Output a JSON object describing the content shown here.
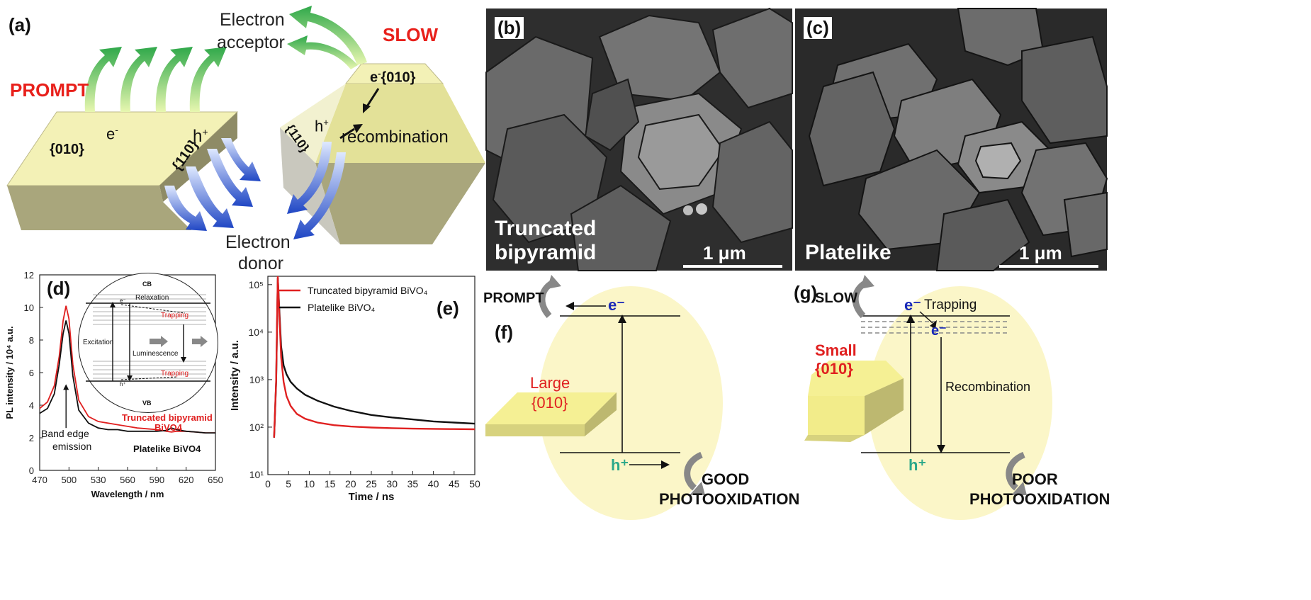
{
  "panel_a": {
    "letter": "(a)",
    "electron_acceptor": [
      "Electron",
      "acceptor"
    ],
    "electron_donor": [
      "Electron",
      "donor"
    ],
    "prompt": "PROMPT",
    "slow": "SLOW",
    "left_crystal": {
      "face_010": "{010}",
      "face_110": "{110}",
      "electron": "e",
      "electron_sup": "-",
      "hole": "h",
      "hole_sup": "+"
    },
    "right_crystal": {
      "face_010": "{010}",
      "face_110": "{110}",
      "electron": "e",
      "electron_sup": "-",
      "hole": "h",
      "hole_sup": "+",
      "recombination": "recombination"
    }
  },
  "panel_b": {
    "letter": "(b)",
    "caption": [
      "Truncated",
      "bipyramid"
    ],
    "scale": "1 μm"
  },
  "panel_c": {
    "letter": "(c)",
    "caption": [
      "Platelike"
    ],
    "scale": "1 μm"
  },
  "panel_d": {
    "letter": "(d)",
    "inset": {
      "cb": "CB",
      "vb": "VB",
      "relaxation": "Relaxation",
      "trapping_top": "Trapping",
      "trapping_bottom": "Trapping",
      "excitation": "Excitation",
      "luminescence": "Luminescence",
      "e": "e⁻",
      "h": "h⁺"
    },
    "annotations": {
      "band_edge": [
        "Band edge",
        "emission"
      ],
      "truncated": [
        "Truncated bipyramid",
        "BiVO4"
      ],
      "platelike": "Platelike BiVO4"
    }
  },
  "panel_e": {
    "letter": "(e)"
  },
  "panel_f": {
    "letter": "(f)",
    "prompt": "PROMPT",
    "e": "e⁻",
    "h": "h⁺",
    "large": [
      "Large",
      "{010}"
    ],
    "good": [
      "GOOD",
      "PHOTOOXIDATION"
    ]
  },
  "panel_g": {
    "letter": "(g)",
    "slow": "SLOW",
    "e": "e⁻",
    "e2": "e⁻",
    "h": "h⁺",
    "trapping": "Trapping",
    "recombination": "Recombination",
    "small": [
      "Small",
      "{010}"
    ],
    "poor": [
      "POOR",
      "PHOTOOXIDATION"
    ]
  },
  "chart_data": [
    {
      "type": "line",
      "panel": "d",
      "xlabel": "Wavelength / nm",
      "ylabel": "PL intensity / 10⁴ a.u.",
      "xlim": [
        470,
        650
      ],
      "ylim": [
        0,
        12
      ],
      "xticks": [
        470,
        500,
        530,
        560,
        590,
        620,
        650
      ],
      "yticks": [
        0,
        2,
        4,
        6,
        8,
        10,
        12
      ],
      "series": [
        {
          "name": "Truncated bipyramid BiVO4",
          "color": "#e02020",
          "x": [
            470,
            478,
            485,
            490,
            494,
            497,
            500,
            504,
            510,
            520,
            530,
            540,
            550,
            560,
            570,
            580,
            590,
            600,
            605,
            610,
            620,
            630,
            640,
            650
          ],
          "y": [
            3.8,
            4.2,
            5.2,
            7.0,
            9.2,
            10.1,
            9.3,
            6.5,
            4.3,
            3.3,
            3.0,
            2.9,
            2.8,
            2.7,
            2.6,
            2.55,
            2.5,
            2.4,
            2.35,
            2.4,
            2.4,
            2.35,
            2.3,
            2.3
          ]
        },
        {
          "name": "Platelike BiVO4",
          "color": "#111111",
          "x": [
            470,
            478,
            485,
            490,
            494,
            497,
            500,
            504,
            510,
            520,
            530,
            540,
            550,
            560,
            570,
            580,
            590,
            600,
            605,
            610,
            620,
            630,
            640,
            650
          ],
          "y": [
            3.5,
            3.8,
            4.7,
            6.5,
            8.4,
            9.2,
            8.4,
            5.8,
            3.7,
            2.9,
            2.6,
            2.5,
            2.5,
            2.4,
            2.4,
            2.4,
            2.4,
            2.45,
            2.6,
            2.5,
            2.4,
            2.35,
            2.3,
            2.3
          ]
        }
      ]
    },
    {
      "type": "line",
      "panel": "e",
      "xlabel": "Time / ns",
      "ylabel": "Intensity / a.u.",
      "xlim": [
        0,
        50
      ],
      "ylim": [
        10,
        150000
      ],
      "yscale": "log",
      "xticks": [
        0,
        5,
        10,
        15,
        20,
        25,
        30,
        35,
        40,
        45,
        50
      ],
      "ytick_labels": [
        "10¹",
        "10²",
        "10³",
        "10⁴",
        "10⁵"
      ],
      "legend": [
        "Truncated bipyramid BiVO₄",
        "Platelike BiVO₄"
      ],
      "series": [
        {
          "name": "Truncated bipyramid BiVO₄",
          "color": "#e02020",
          "x": [
            1.5,
            2.0,
            2.4,
            2.8,
            3.2,
            3.8,
            4.5,
            5.5,
            7,
            9,
            12,
            16,
            20,
            25,
            30,
            35,
            40,
            45,
            50
          ],
          "y": [
            60,
            1000,
            150000,
            20000,
            3000,
            900,
            450,
            280,
            190,
            150,
            125,
            110,
            103,
            98,
            95,
            93,
            92,
            91,
            90
          ]
        },
        {
          "name": "Platelike BiVO₄",
          "color": "#111111",
          "x": [
            1.5,
            2.0,
            2.4,
            2.8,
            3.2,
            3.8,
            4.5,
            5.5,
            7,
            9,
            12,
            16,
            20,
            25,
            30,
            35,
            40,
            45,
            50
          ],
          "y": [
            60,
            900,
            140000,
            25000,
            5000,
            2000,
            1300,
            900,
            650,
            480,
            360,
            270,
            220,
            180,
            160,
            145,
            132,
            125,
            118
          ]
        }
      ]
    }
  ]
}
